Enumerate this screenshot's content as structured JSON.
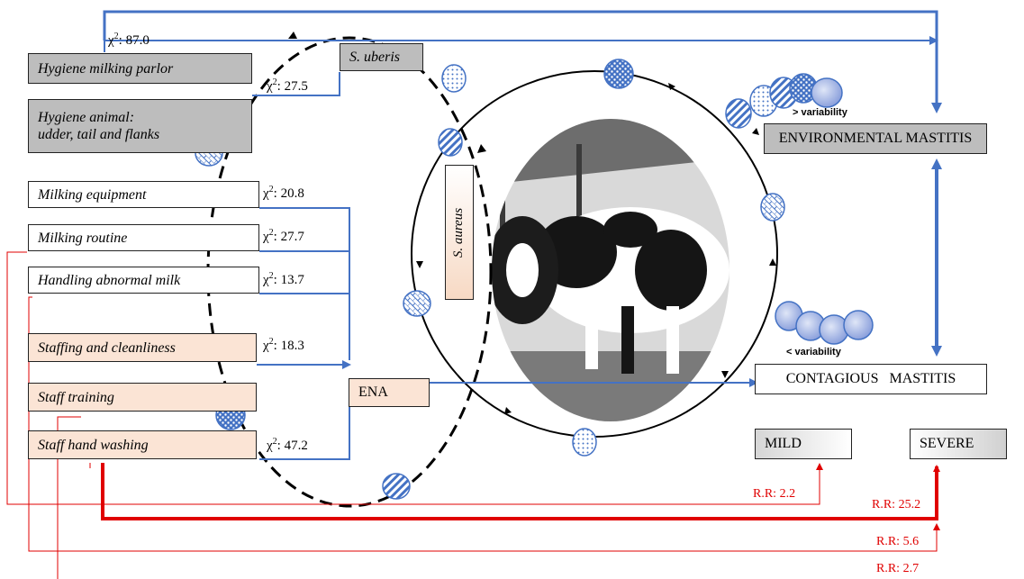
{
  "factors": {
    "hygiene_parlor": "Hygiene milking parlor",
    "hygiene_animal_1": "Hygiene animal:",
    "hygiene_animal_2": "udder, tail and flanks",
    "milking_equipment": "Milking equipment",
    "milking_routine": "Milking routine",
    "handling_abnormal": "Handling abnormal milk",
    "staffing": "Staffing and cleanliness",
    "staff_training": "Staff training",
    "staff_hand_washing": "Staff hand washing"
  },
  "chi": {
    "parlor": "87.0",
    "animal": "27.5",
    "equipment": "20.8",
    "routine": "27.7",
    "abnormal": "13.7",
    "staffing": "18.3",
    "hand_washing": "47.2",
    "prefix": "χ",
    "sup": "2",
    "suffix": ": "
  },
  "pathogens": {
    "s_uberis": "S. uberis",
    "s_aureus": "S. aureus"
  },
  "ena": "ENA",
  "outcomes": {
    "environmental": "ENVIRONMENTAL MASTITIS",
    "contagious": "CONTAGIOUS   MASTITIS",
    "mild": "MILD",
    "severe": "SEVERE",
    "more_variability": "> variability",
    "less_variability": "< variability"
  },
  "risk": {
    "rr1": "R.R: 2.2",
    "rr2": "R.R: 25.2",
    "rr3": "R.R: 5.6",
    "rr4": "R.R: 2.7"
  },
  "colors": {
    "blue_line": "#4472c4",
    "red_line": "#e00000",
    "gray_box": "#bdbdbd",
    "peach_box": "#fbe4d5"
  }
}
